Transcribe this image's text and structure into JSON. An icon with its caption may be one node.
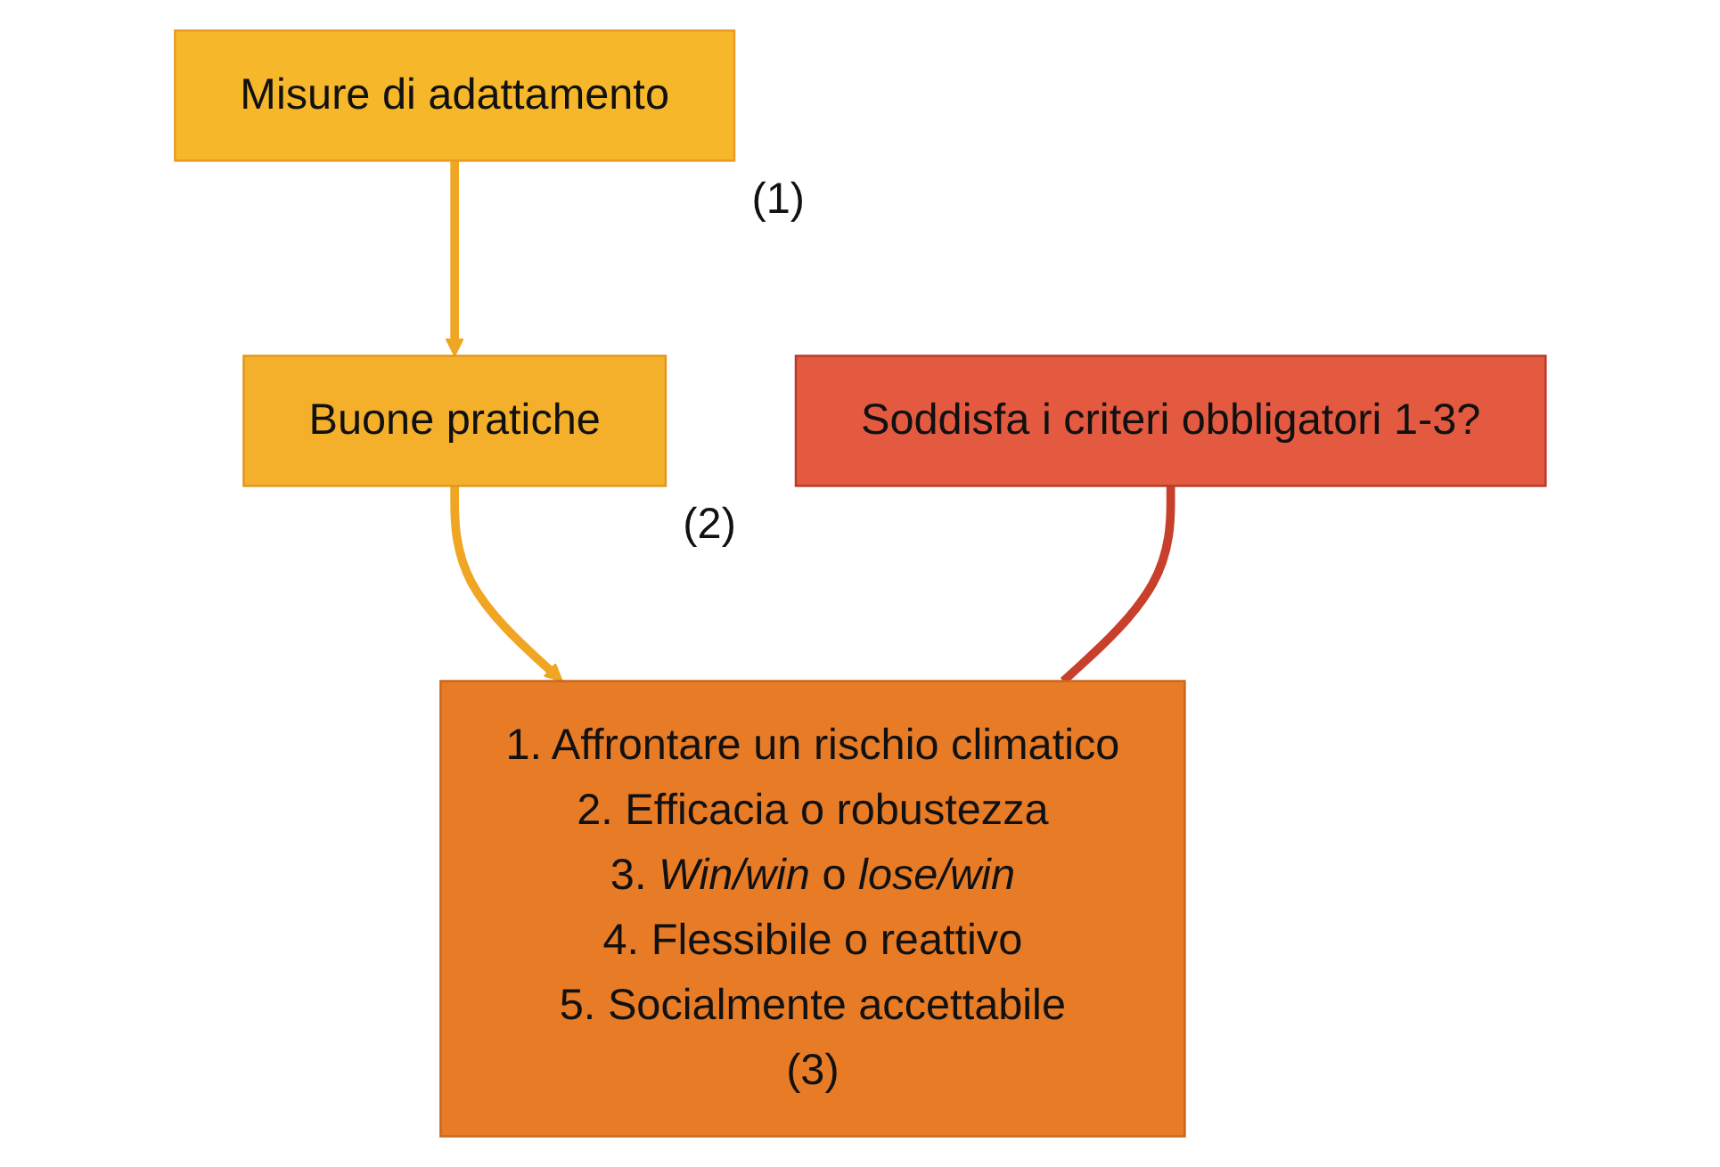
{
  "diagram": {
    "nodes": [
      {
        "text": [
          "Misure di adattamento"
        ],
        "beside": [
          "(1)"
        ]
      },
      {
        "text": [
          "Buone pratiche"
        ],
        "beside": [
          "(2)"
        ]
      },
      {
        "text": [
          "1. Affrontare un rischio climatico",
          "2. Efficacia o robustezza",
          "3. *Win/win* o *lose/win*",
          "4. Flessibile o reattivo",
          "5. Socialmente accettabile",
          "(3)"
        ]
      },
      {
        "text": [
          "Soddisfa i criteri obbligatori 1-3?"
        ]
      }
    ],
    "edges": [
      {
        "from": 0,
        "to": 1,
        "arrow": "to"
      },
      {
        "from": 1,
        "to": 2,
        "arrow": "to"
      },
      {
        "from": 3,
        "to": 2,
        "arrow": "none",
        "color": "#c8402c"
      }
    ]
  }
}
